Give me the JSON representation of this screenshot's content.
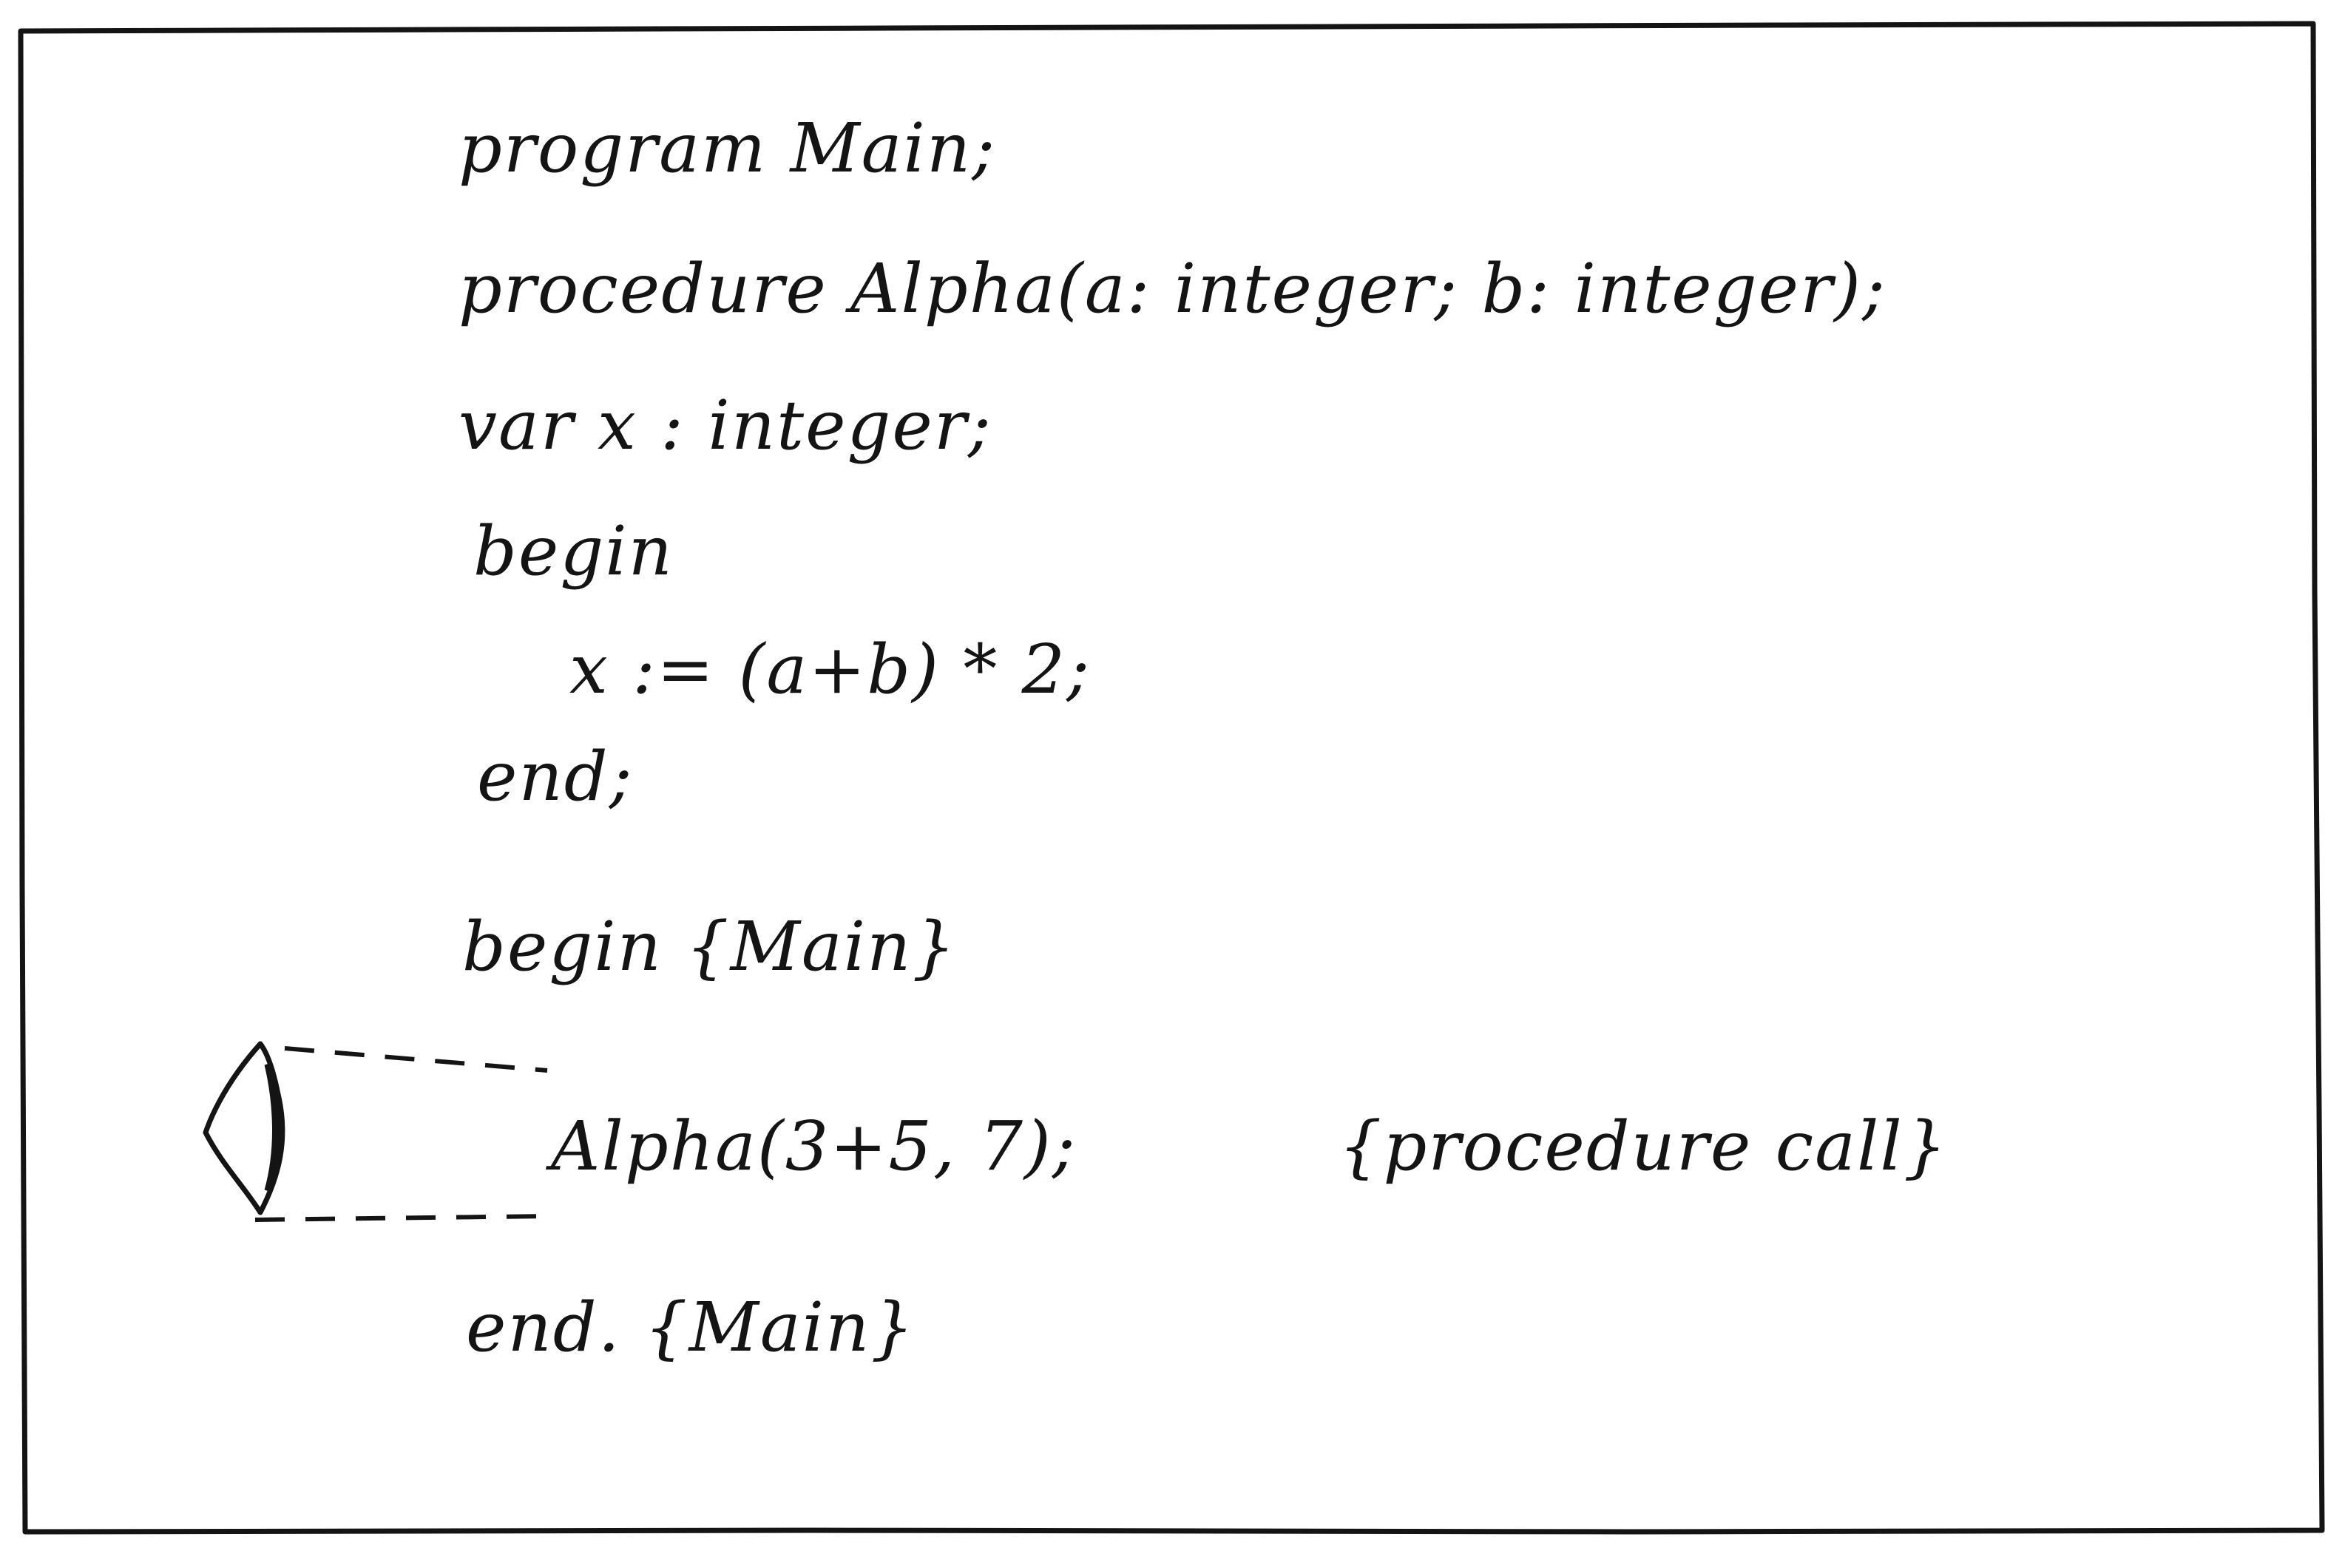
{
  "code": {
    "lines": [
      "program Main;",
      "procedure Alpha(a: integer; b: integer);",
      "var x : integer;",
      "begin",
      "x := (a+b) * 2;",
      "end;",
      "begin {Main}",
      "Alpha(3+5, 7);",
      "end. {Main}"
    ],
    "call_comment": "{procedure call}"
  },
  "colors": {
    "ink": "#141414",
    "paper": "#ffffff"
  },
  "icons": {
    "call_marker": "eye-icon"
  }
}
